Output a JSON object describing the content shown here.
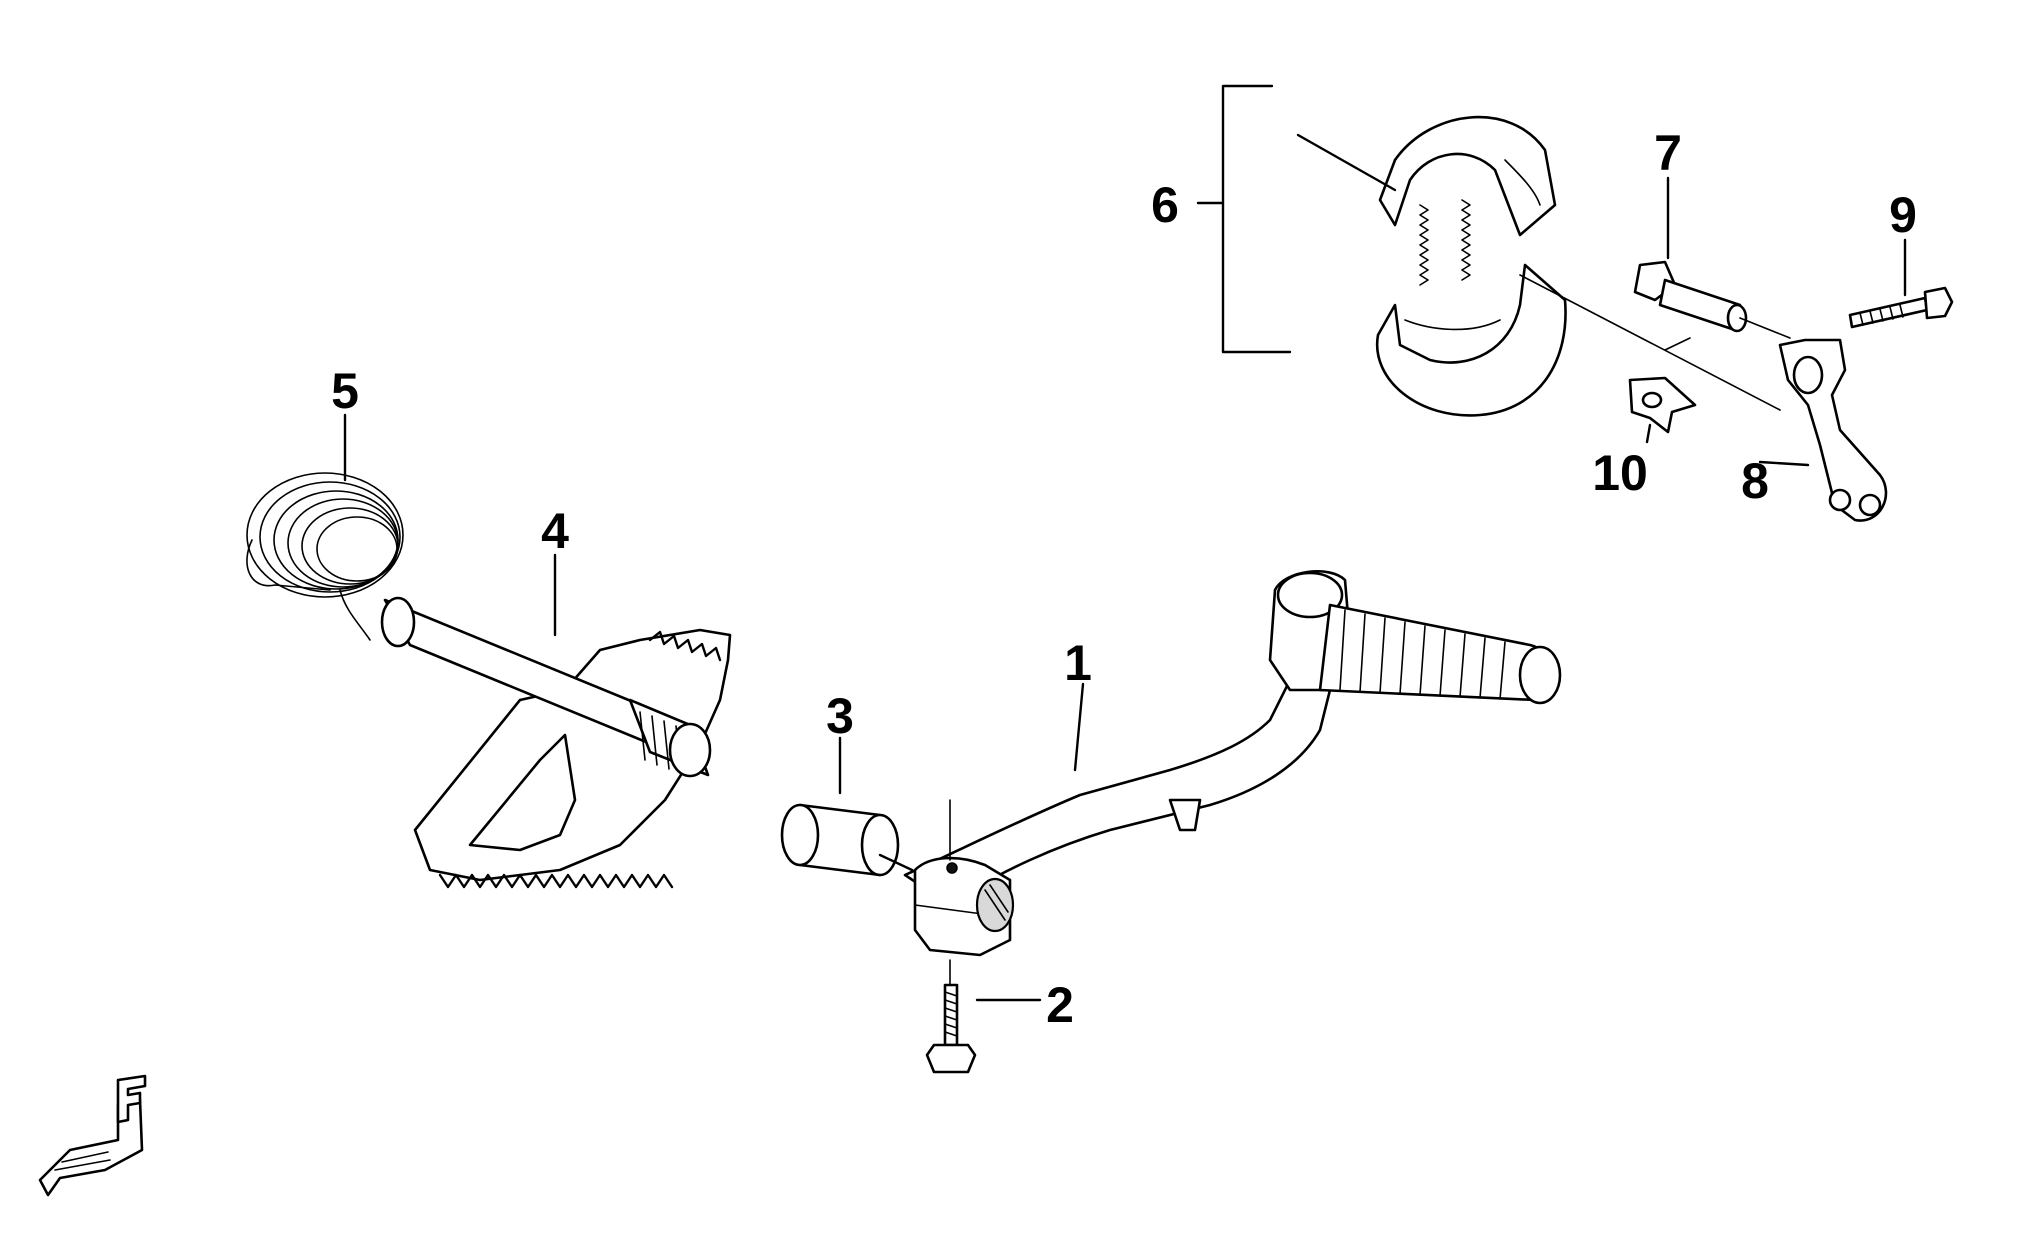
{
  "callouts": {
    "c1": "1",
    "c2": "2",
    "c3": "3",
    "c4": "4",
    "c5": "5",
    "c6": "6",
    "c7": "7",
    "c8": "8",
    "c9": "9",
    "c10": "10"
  },
  "orientation_mark": {
    "letter": "F"
  },
  "colors": {
    "line": "#000000",
    "background": "#ffffff",
    "shade": "#d9d9d9"
  },
  "icons": {
    "orientation_mark": "front-arrow-icon"
  }
}
